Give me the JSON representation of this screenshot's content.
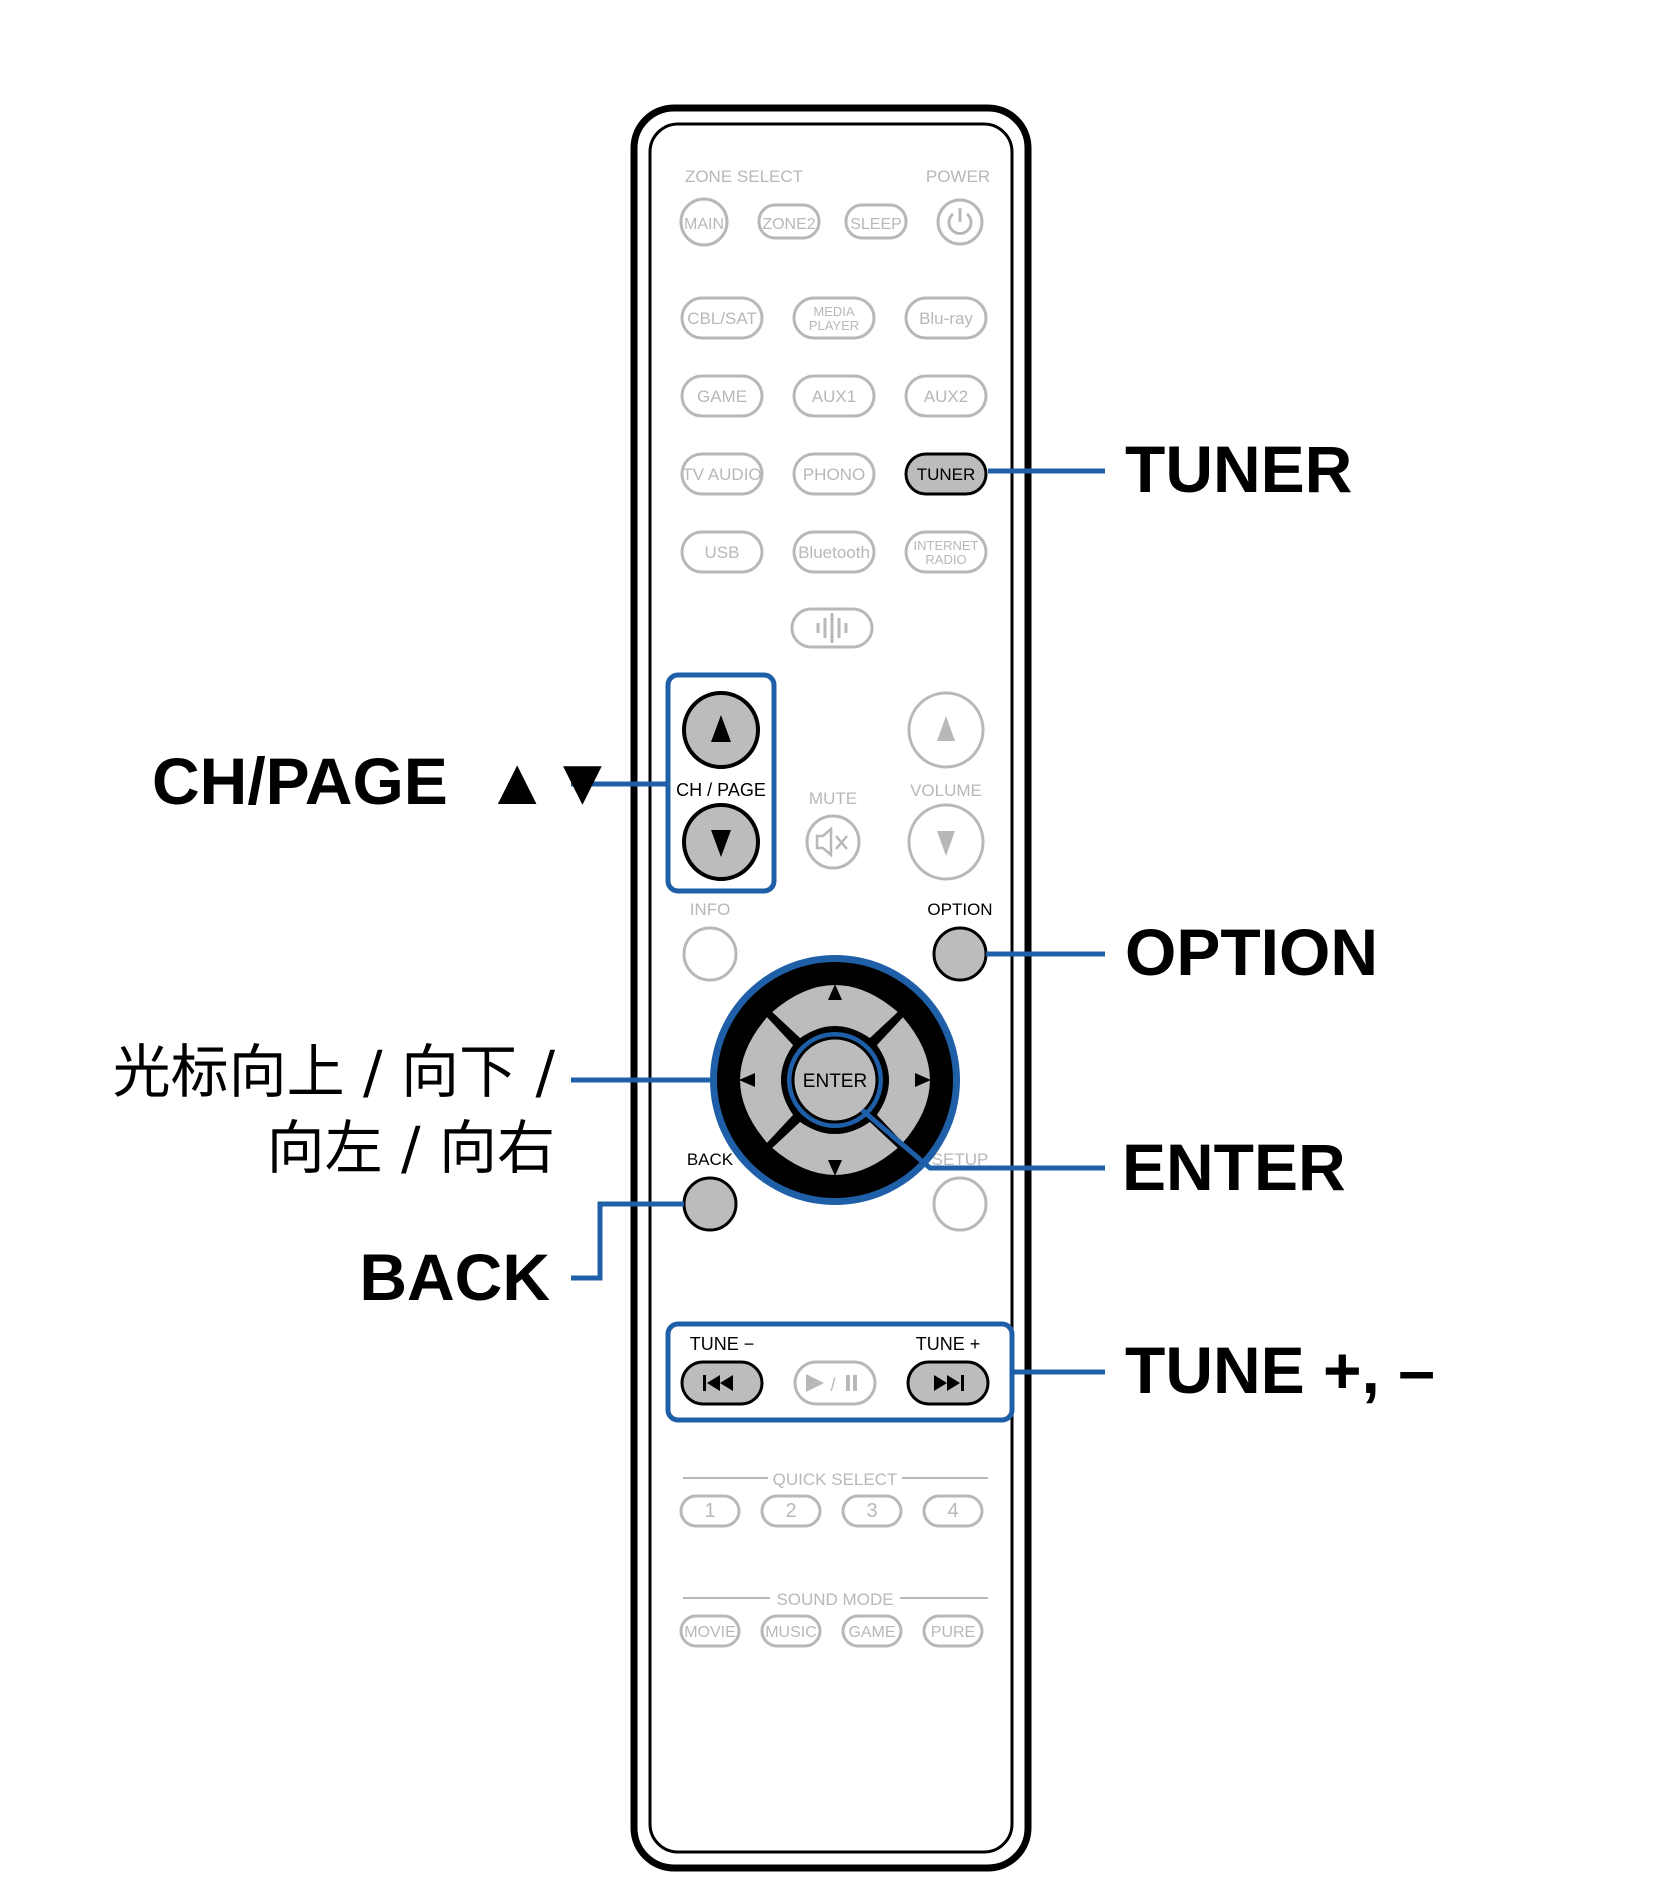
{
  "remote": {
    "zone_select_label": "ZONE SELECT",
    "power_label": "POWER",
    "zone_buttons": [
      "MAIN",
      "ZONE2",
      "SLEEP"
    ],
    "source_rows": [
      [
        "CBL/SAT",
        "MEDIA\nPLAYER",
        "Blu-ray"
      ],
      [
        "GAME",
        "AUX1",
        "AUX2"
      ],
      [
        "TV AUDIO",
        "PHONO",
        "TUNER"
      ],
      [
        "USB",
        "Bluetooth",
        "INTERNET\nRADIO"
      ]
    ],
    "ch_page_label": "CH / PAGE",
    "mute_label": "MUTE",
    "volume_label": "VOLUME",
    "info_label": "INFO",
    "option_label": "OPTION",
    "enter_label": "ENTER",
    "back_label": "BACK",
    "setup_label": "SETUP",
    "tune_minus_label": "TUNE −",
    "tune_plus_label": "TUNE +",
    "quick_select_label": "QUICK SELECT",
    "quick_select_buttons": [
      "1",
      "2",
      "3",
      "4"
    ],
    "sound_mode_label": "SOUND MODE",
    "sound_mode_buttons": [
      "MOVIE",
      "MUSIC",
      "GAME",
      "PURE"
    ]
  },
  "callouts": {
    "tuner": "TUNER",
    "ch_page": "CH/PAGE  ▲▼",
    "option": "OPTION",
    "cursor_line1": "光标向上 / 向下 /",
    "cursor_line2": "向左 / 向右",
    "enter": "ENTER",
    "back": "BACK",
    "tune": "TUNE +, –"
  },
  "colors": {
    "callout_line": "#1f5fa8",
    "highlight_fill": "#bcbcbc",
    "inactive": "#b8b8b8",
    "dpad_dark": "#000000"
  }
}
